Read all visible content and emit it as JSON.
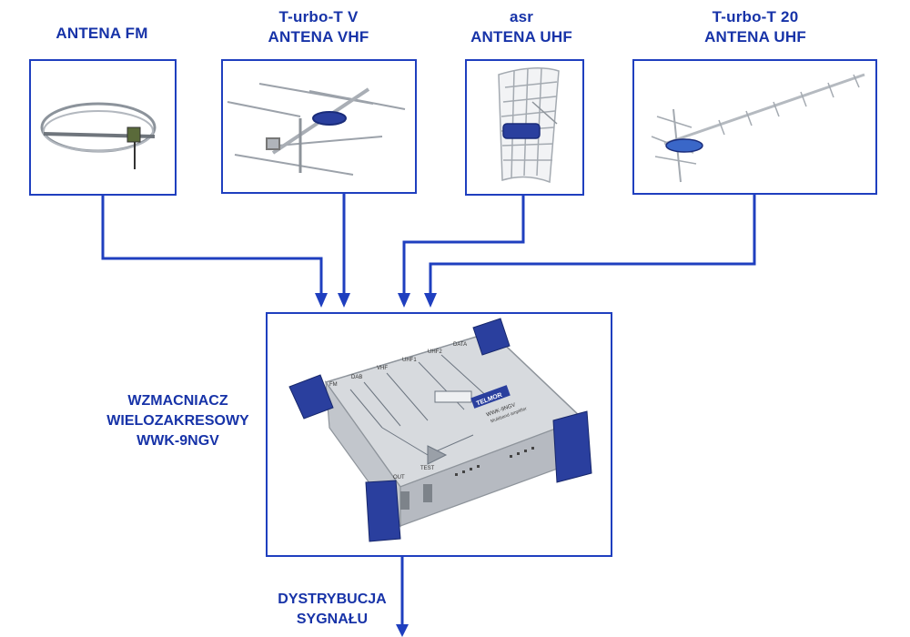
{
  "colors": {
    "accent": "#1f3fbf",
    "text": "#1733a8",
    "device_blue": "#2a3f9e",
    "metal": "#c9cdd3"
  },
  "antennas": [
    {
      "line1": "",
      "line2": "ANTENA FM"
    },
    {
      "line1": "T-urbo-T V",
      "line2": "ANTENA VHF"
    },
    {
      "line1": "asr",
      "line2": "ANTENA UHF"
    },
    {
      "line1": "T-urbo-T 20",
      "line2": "ANTENA UHF"
    }
  ],
  "amplifier": {
    "label_line1": "WZMACNIACZ",
    "label_line2": "WIELOZAKRESOWY",
    "label_line3": "WWK-9NGV",
    "device": {
      "brand": "TELMOR",
      "model": "WWK-9NGV",
      "subtitle": "Multiband amplifier",
      "inputs": [
        "FM",
        "DAB",
        "VHF",
        "UHF1",
        "UHF2",
        "DATA"
      ],
      "out_label": "OUT",
      "test_label": "TEST"
    }
  },
  "output": {
    "line1": "DYSTRYBUCJA",
    "line2": "SYGNAŁU"
  }
}
